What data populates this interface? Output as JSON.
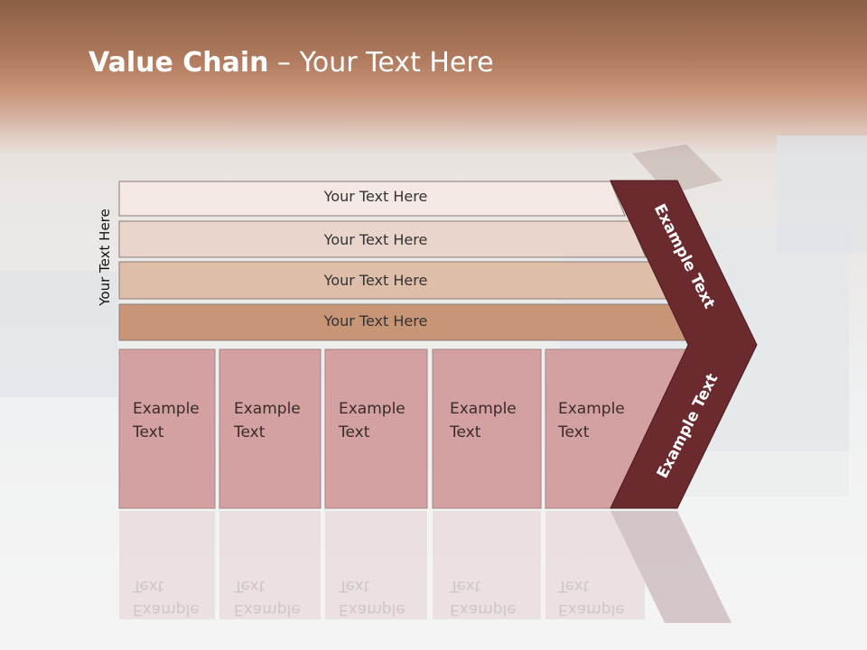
{
  "slide": {
    "title_bold": "Value Chain",
    "title_rest": " – Your Text Here",
    "vertical_label": "Your Text Here"
  },
  "rows": [
    {
      "label": "Your Text Here",
      "color": "#f3e8e4"
    },
    {
      "label": "Your Text Here",
      "color": "#ead5cc"
    },
    {
      "label": "Your Text Here",
      "color": "#dfbea9"
    },
    {
      "label": "Your Text Here",
      "color": "#c99577"
    }
  ],
  "cells": [
    {
      "line1": "Example",
      "line2": "Text"
    },
    {
      "line1": "Example",
      "line2": "Text"
    },
    {
      "line1": "Example",
      "line2": "Text"
    },
    {
      "line1": "Example",
      "line2": "Text"
    },
    {
      "line1": "Example",
      "line2": "Text"
    }
  ],
  "chevron": {
    "top_label": "Example Text",
    "bottom_label": "Example Text",
    "color": "#6b2a2e"
  },
  "colors": {
    "cell": "#d3a1a1"
  }
}
